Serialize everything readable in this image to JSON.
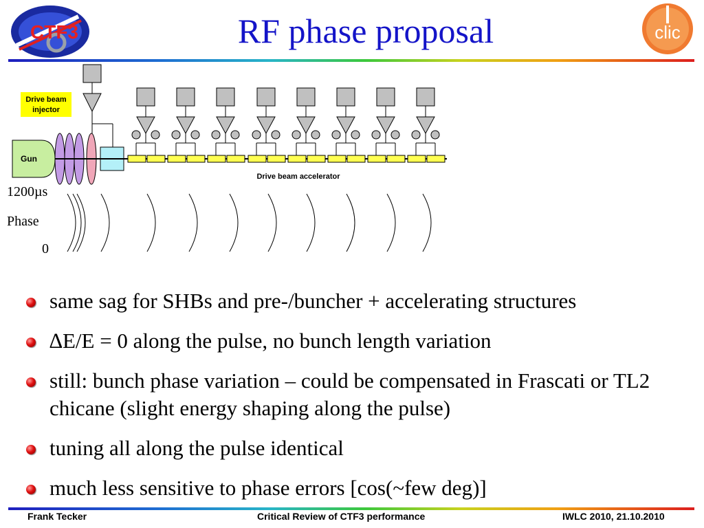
{
  "slide": {
    "title": "RF phase proposal"
  },
  "logos": {
    "left": {
      "icon": "ctf3-logo",
      "text": "CTF3"
    },
    "right": {
      "icon": "clic-logo",
      "text": "clic"
    }
  },
  "diagram": {
    "injector_label_line1": "Drive beam",
    "injector_label_line2": "injector",
    "gun_label": "Gun",
    "accelerator_label": "Drive beam accelerator",
    "colors": {
      "klystron_gray": "#c0c0c0",
      "injector_box": "#ffff00",
      "gun_fill": "#c8eea0",
      "shb_purple": "#c39be5",
      "prebuncher_pink": "#f0a6b8",
      "buncher_cyan": "#b4f0f8",
      "structure_yellow": "#ffff50"
    }
  },
  "phase_plot": {
    "y_top_label": "1200µs",
    "y_mid_label": "Phase",
    "y_bottom_label": "0"
  },
  "bullets": [
    "same sag for SHBs and pre-/buncher + accelerating structures",
    "∆E/E = 0 along the pulse, no bunch length variation",
    "still: bunch phase variation – could be compensated in Frascati or TL2 chicane (slight energy shaping along the pulse)",
    "tuning all along the pulse identical",
    "much less sensitive to phase errors [cos(~few deg)]"
  ],
  "footer": {
    "left": "Frank Tecker",
    "center": "Critical Review of CTF3 performance",
    "right": "IWLC 2010, 21.10.2010"
  }
}
